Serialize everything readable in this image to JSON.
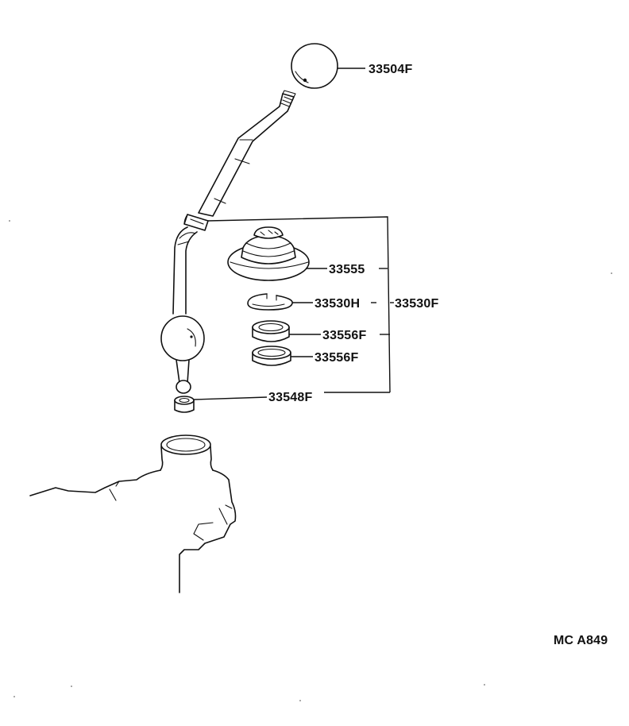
{
  "diagram": {
    "parts": [
      {
        "id": "knob",
        "number": "33504F"
      },
      {
        "id": "boot",
        "number": "33555"
      },
      {
        "id": "snap_ring",
        "number": "33530H"
      },
      {
        "id": "seat_upper",
        "number": "33556F"
      },
      {
        "id": "seat_lower",
        "number": "33556F"
      },
      {
        "id": "bushing",
        "number": "33548F"
      },
      {
        "id": "assembly",
        "number": "33530F"
      }
    ],
    "figure_code": "MC A849"
  }
}
